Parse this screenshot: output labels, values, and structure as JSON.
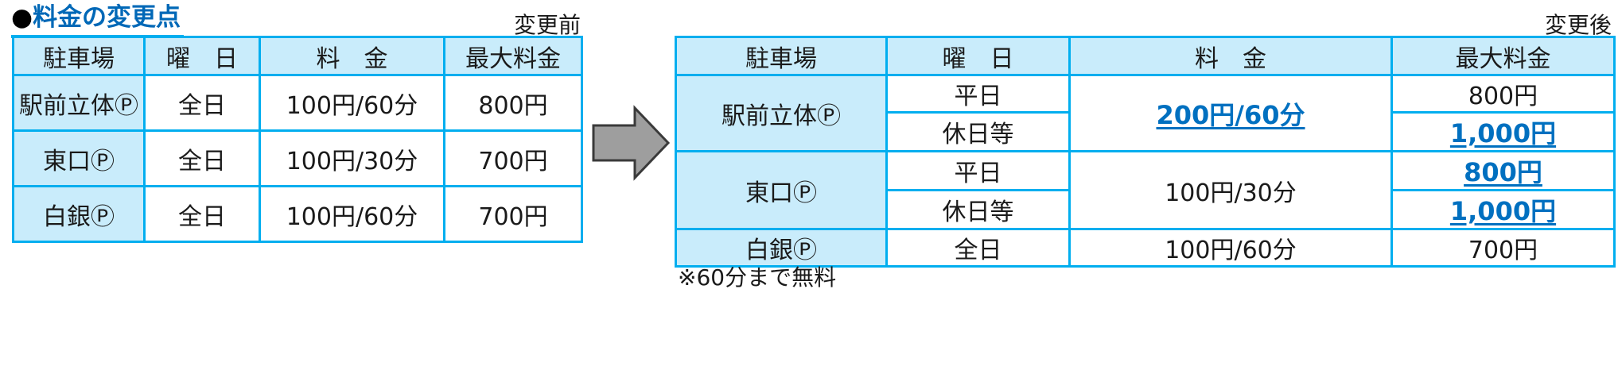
{
  "page": {
    "title": {
      "bullet": "●",
      "text": "料金の変更点"
    },
    "before_label": "変更前",
    "after_label": "変更後",
    "note": "※60分まで無料"
  },
  "colors": {
    "table_border": "#00AEEF",
    "header_bg": "#C9ECFB",
    "highlight_blue": "#0070C0",
    "title_blue": "#0068B7",
    "arrow_fill": "#9E9E9E",
    "arrow_stroke": "#3A3A3A",
    "text": "#1A1A1A"
  },
  "before_table": {
    "headers": [
      "駐車場",
      "曜　日",
      "料　金",
      "最大料金"
    ],
    "rows": [
      {
        "lot": "駅前立体Ⓟ",
        "day": "全日",
        "fee": "100円/60分",
        "max": "800円"
      },
      {
        "lot": "東口Ⓟ",
        "day": "全日",
        "fee": "100円/30分",
        "max": "700円"
      },
      {
        "lot": "白銀Ⓟ",
        "day": "全日",
        "fee": "100円/60分",
        "max": "700円"
      }
    ]
  },
  "after_table": {
    "headers": [
      "駐車場",
      "曜　日",
      "料　金",
      "最大料金"
    ],
    "rows": [
      {
        "lot": "駅前立体Ⓟ",
        "day": "平日",
        "fee": "200円/60分",
        "max": "800円"
      },
      {
        "day": "休日等",
        "max": "1,000円"
      },
      {
        "lot": "東口Ⓟ",
        "day": "平日",
        "fee": "100円/30分",
        "max": "800円"
      },
      {
        "day": "休日等",
        "max": "1,000円"
      },
      {
        "lot": "白銀Ⓟ",
        "day": "全日",
        "fee": "100円/60分",
        "max": "700円"
      }
    ]
  }
}
